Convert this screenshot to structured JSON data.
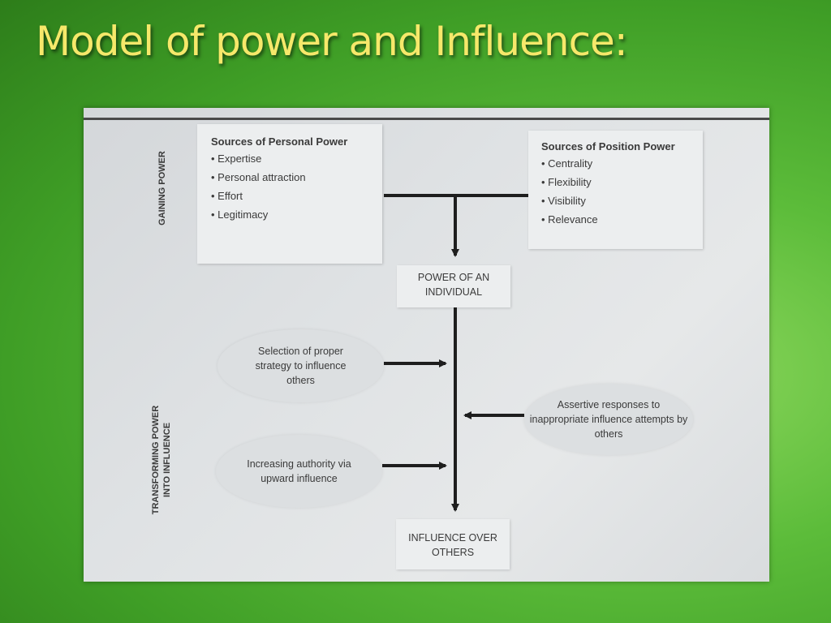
{
  "slide": {
    "title": "Model of power and Influence:"
  },
  "diagram": {
    "side_labels": {
      "gaining": "GAINING POWER",
      "transforming": "TRANSFORMING POWER INTO INFLUENCE"
    },
    "personal_power": {
      "heading": "Sources of Personal Power",
      "items": [
        "Expertise",
        "Personal attraction",
        "Effort",
        "Legitimacy"
      ]
    },
    "position_power": {
      "heading": "Sources of Position Power",
      "items": [
        "Centrality",
        "Flexibility",
        "Visibility",
        "Relevance"
      ]
    },
    "power_node": "POWER OF AN INDIVIDUAL",
    "influence_node": "INFLUENCE OVER OTHERS",
    "strategy_ellipse": "Selection of proper strategy to influence others",
    "authority_ellipse": "Increasing authority via upward influence",
    "assertive_ellipse": "Assertive responses to inappropriate influence attempts by others"
  },
  "colors": {
    "background": "#4fae30",
    "title": "#f6e86a",
    "arrow": "#1e1e1e"
  }
}
